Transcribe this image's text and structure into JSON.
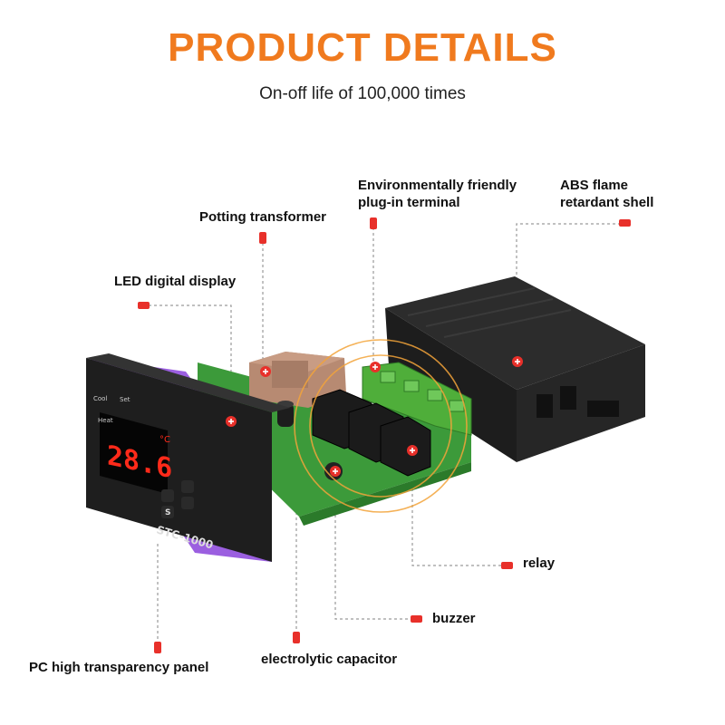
{
  "header": {
    "title": "PRODUCT DETAILS",
    "subtitle": "On-off life of 100,000 times"
  },
  "device": {
    "display_value": "28.6",
    "display_unit": "°C",
    "model": "STC-1000",
    "button_labels": {
      "set": "Set",
      "cool": "Cool",
      "heat": "Heat",
      "s": "S"
    }
  },
  "callouts": {
    "env_terminal_line1": "Environmentally friendly",
    "env_terminal_line2": "plug-in terminal",
    "abs_shell_line1": "ABS flame",
    "abs_shell_line2": "retardant shell",
    "potting_transformer": "Potting transformer",
    "led_display": "LED digital display",
    "relay": "relay",
    "buzzer": "buzzer",
    "pc_panel": "PC high transparency panel",
    "electrolytic_capacitor": "electrolytic capacitor"
  },
  "colors": {
    "accent": "#f07a1e",
    "marker_red": "#e8302a",
    "display_red": "#ff2a1a",
    "panel_purple": "#7a2ad6",
    "pcb_green": "#3c9a3a",
    "terminal_green": "#4fae3a"
  }
}
